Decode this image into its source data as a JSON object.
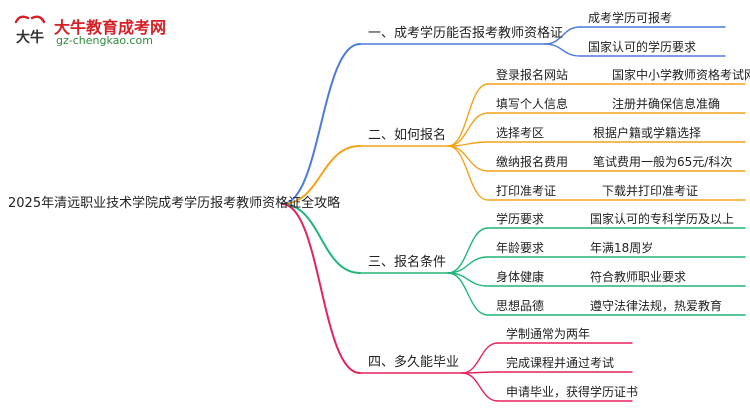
{
  "logo": {
    "mark_text": "大牛",
    "title": "大牛教育成考网",
    "url": "gz-chengkao.com"
  },
  "root": {
    "label": "2025年清远职业技术学院成考学历报考教师资格证全攻略"
  },
  "branches": [
    {
      "label": "一、成考学历能否报考教师资格证",
      "color": "#4b7bdc",
      "children": [
        {
          "label": "成考学历可报考"
        },
        {
          "label": "国家认可的学历要求"
        }
      ]
    },
    {
      "label": "二、如何报名",
      "color": "#f2a31a",
      "children": [
        {
          "label": "登录报名网站",
          "detail": "国家中小学教师资格考试网"
        },
        {
          "label": "填写个人信息",
          "detail": "注册并确保信息准确"
        },
        {
          "label": "选择考区",
          "detail": "根据户籍或学籍选择"
        },
        {
          "label": "缴纳报名费用",
          "detail": "笔试费用一般为65元/科次"
        },
        {
          "label": "打印准考证",
          "detail": "下载并打印准考证"
        }
      ]
    },
    {
      "label": "三、报名条件",
      "color": "#20b67a",
      "children": [
        {
          "label": "学历要求",
          "detail": "国家认可的专科学历及以上"
        },
        {
          "label": "年龄要求",
          "detail": "年满18周岁"
        },
        {
          "label": "身体健康",
          "detail": "符合教师职业要求"
        },
        {
          "label": "思想品德",
          "detail": "遵守法律法规，热爱教育"
        }
      ]
    },
    {
      "label": "四、多久能毕业",
      "color": "#e3245c",
      "children": [
        {
          "label": "学制通常为两年"
        },
        {
          "label": "完成课程并通过考试"
        },
        {
          "label": "申请毕业，获得学历证书"
        }
      ]
    }
  ]
}
